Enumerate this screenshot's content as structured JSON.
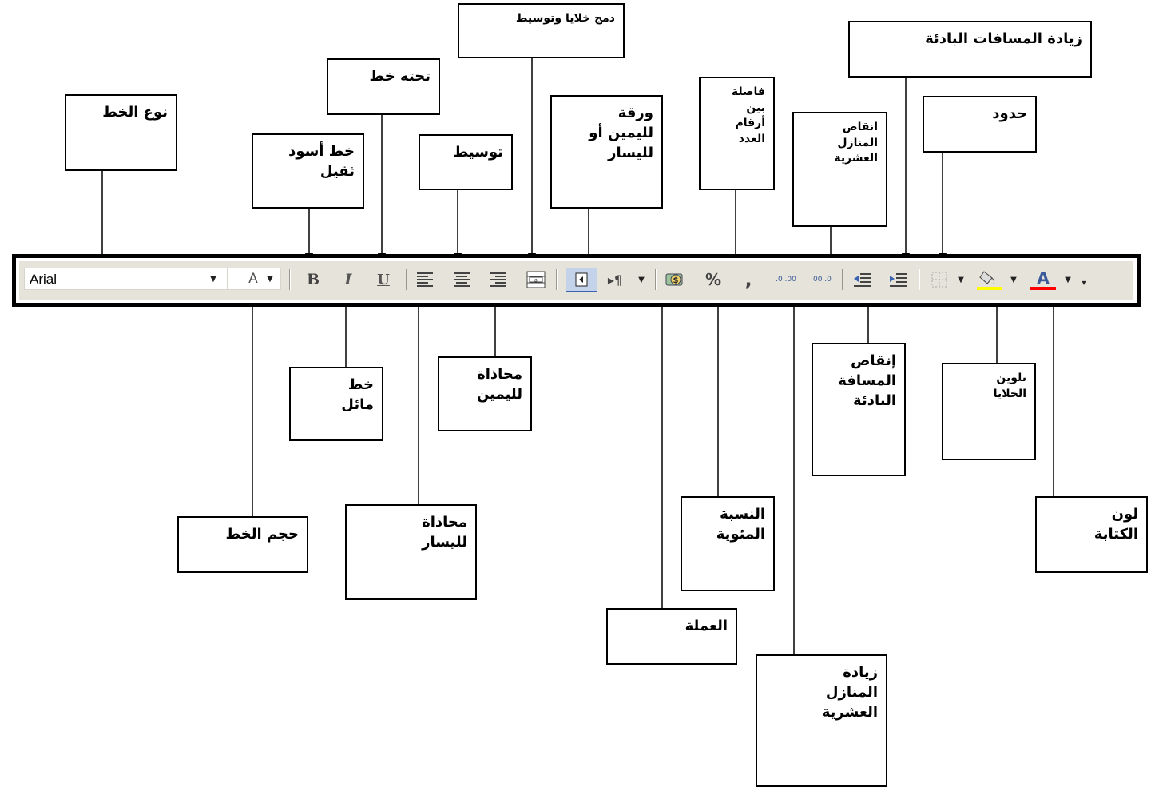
{
  "toolbar": {
    "font_name": "Arial",
    "font_size": "A",
    "bold": "B",
    "italic": "I",
    "underline": "U",
    "currency": "$",
    "percent": "%",
    "comma": ",",
    "increase_decimal": ".0 .00",
    "decrease_decimal": ".00 .0",
    "font_color": "A",
    "paragraph": "¶"
  },
  "colors": {
    "fill_highlight": "#ffff00",
    "font_color": "#ff0000",
    "toolbar_bg": "#e6e3da",
    "rtl_button_bg": "#c5d3ea",
    "rtl_button_border": "#3a63b0"
  },
  "labels": {
    "font_type": "نوع الخط",
    "bold": "خط أسود\nثقيل",
    "underline": "تحته خط",
    "merge_center": "دمج خلايا وتوسيط",
    "center": "توسيط",
    "sheet_direction": "ورقة\nلليمين أو\nلليسار",
    "comma_style": "فاصلة\nبين\nأرقام\nالعدد",
    "decrease_decimal": "انقاص\nالمنازل\nالعشرية",
    "increase_indent": "زيادة المسافات البادئة",
    "borders": "حدود",
    "italic": "خط\nمائل",
    "align_right": "محاذاة\nلليمين",
    "decrease_indent": "إنقاص\nالمسافة\nالبادئة",
    "fill_color": "تلوين\nالخلايا",
    "font_size": "حجم الخط",
    "align_left": "محاذاة\nلليسار",
    "percent": "النسبة\nالمئوية",
    "font_color": "لون\nالكتابة",
    "currency": "العملة",
    "increase_decimal": "زيادة\nالمنازل\nالعشرية"
  }
}
